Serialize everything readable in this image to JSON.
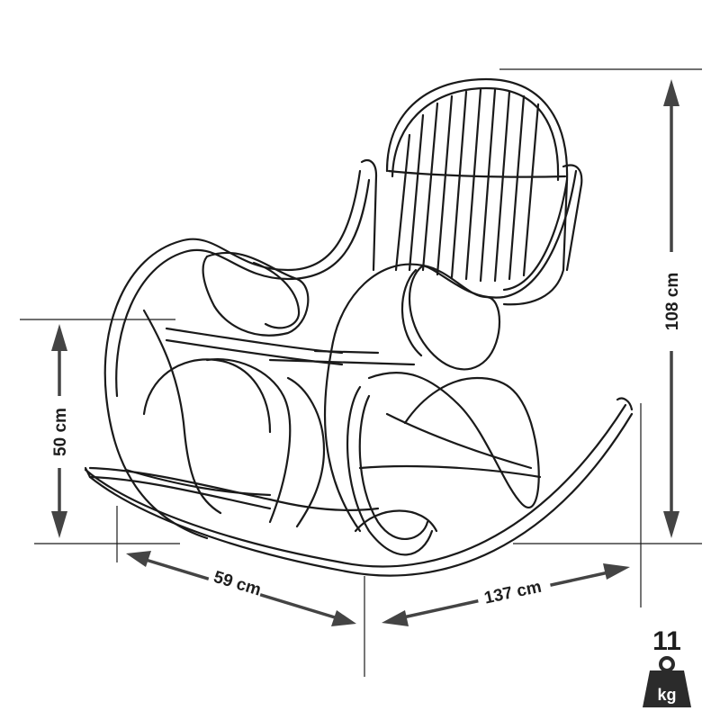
{
  "dimensions": {
    "height_label": "108 cm",
    "seat_height_label": "50 cm",
    "depth_label": "59 cm",
    "length_label": "137 cm"
  },
  "weight": {
    "value": "11",
    "unit": "kg",
    "icon": "weight-icon"
  },
  "colors": {
    "line": "#1a1a1a",
    "arrow": "#444444",
    "weight_icon": "#2b2b2b"
  }
}
